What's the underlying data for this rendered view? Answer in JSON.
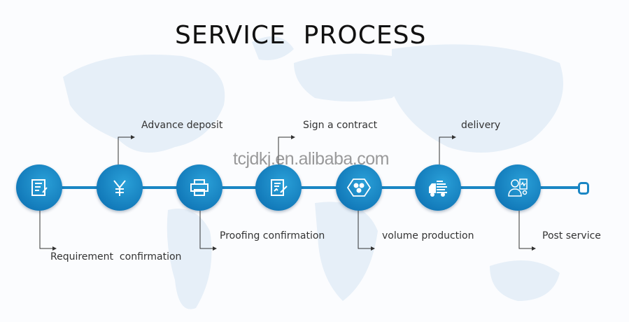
{
  "title": "SERVICE  PROCESS",
  "watermark": "tcjdkj.en.alibaba.com",
  "accent_color": "#1a86c4",
  "steps": [
    {
      "label": "Requirement  confirmation",
      "icon": "document-edit-icon"
    },
    {
      "label": "Advance deposit",
      "icon": "yen-icon"
    },
    {
      "label": "Proofing confirmation",
      "icon": "printer-icon"
    },
    {
      "label": "Sign a contract",
      "icon": "contract-sign-icon"
    },
    {
      "label": "volume production",
      "icon": "production-hexagon-icon"
    },
    {
      "label": "delivery",
      "icon": "delivery-truck-icon"
    },
    {
      "label": "Post service",
      "icon": "customer-service-icon"
    }
  ]
}
